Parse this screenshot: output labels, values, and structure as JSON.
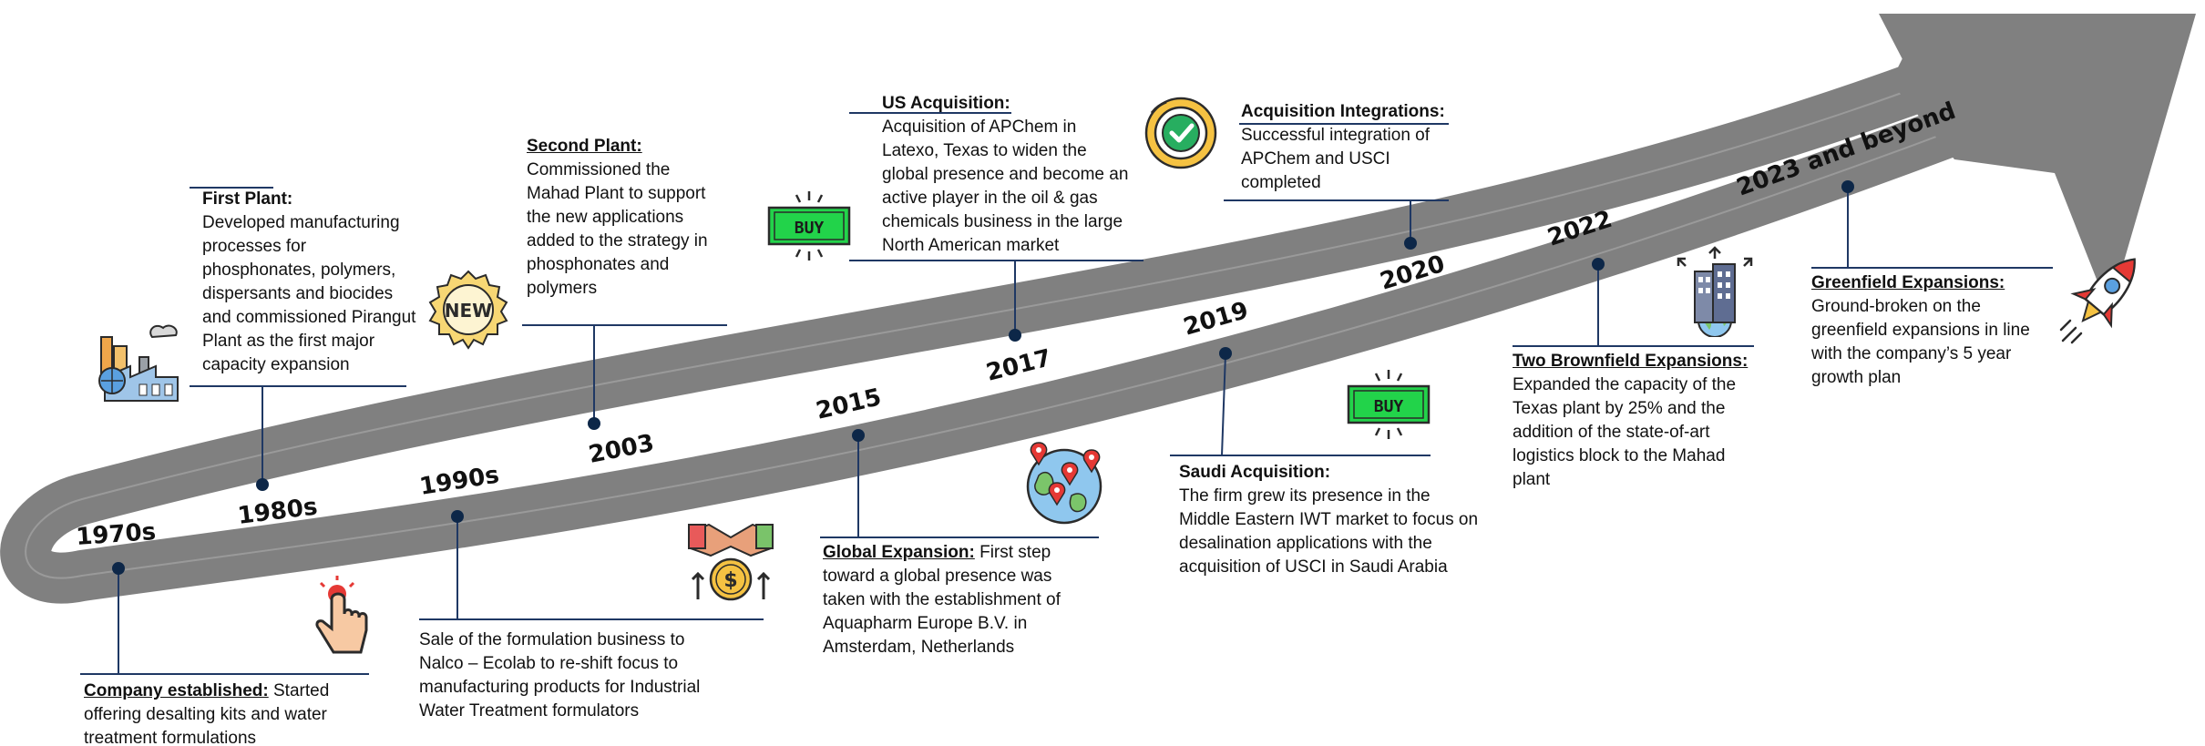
{
  "colors": {
    "road": "#808080",
    "road_center": "#ffffff",
    "connector": "#1f3864",
    "dot": "#0d2748",
    "buy_green": "#22d34a"
  },
  "timeline": {
    "years": [
      "1970s",
      "1980s",
      "1990s",
      "2003",
      "2015",
      "2017",
      "2019",
      "2020",
      "2022",
      "2023 and beyond"
    ],
    "events": [
      {
        "year": "1970s",
        "title": "Company established:",
        "text": "Started offering desalting kits and water treatment formulations",
        "icon": "hand-pointer-icon"
      },
      {
        "year": "1980s",
        "title": "First Plant:",
        "text": "Developed manufacturing processes for phosphonates, polymers, dispersants and biocides and commissioned Pirangut Plant as the first major capacity expansion",
        "icon": "factory-icon"
      },
      {
        "year": "1990s",
        "title": "",
        "text": "Sale of the formulation business to Nalco – Ecolab to re-shift focus to manufacturing products for Industrial Water Treatment formulators",
        "icon": "handshake-money-icon"
      },
      {
        "year": "2003",
        "title": "Second Plant:",
        "text": "Commissioned the Mahad Plant to support the new applications added to the strategy in phosphonates and polymers",
        "icon": "new-badge-icon",
        "icon_text": "NEW"
      },
      {
        "year": "2015",
        "title": "Global Expansion:",
        "text": "First step toward a global presence was taken with the establishment of Aquapharm Europe B.V. in Amsterdam, Netherlands",
        "icon": "globe-pins-icon"
      },
      {
        "year": "2017",
        "title": "US Acquisition:",
        "text": "Acquisition of APChem in Latexo, Texas to widen the global presence and become an active player in the oil & gas chemicals business in the large North American market",
        "icon": "buy-sign-icon",
        "icon_text": "BUY"
      },
      {
        "year": "2019",
        "title": "Saudi Acquisition:",
        "text": "The firm grew its presence in the Middle Eastern IWT market to focus on desalination applications with the acquisition of USCI in Saudi Arabia",
        "icon": "buy-sign-icon",
        "icon_text": "BUY"
      },
      {
        "year": "2020",
        "title": "Acquisition Integrations:",
        "text": "Successful integration of APChem and USCI completed",
        "icon": "checkmark-badge-icon"
      },
      {
        "year": "2022",
        "title": "Two Brownfield Expansions:",
        "text": "Expanded the capacity of the Texas plant by 25% and the addition of the state-of-art logistics block to the Mahad plant",
        "icon": "building-expansion-icon"
      },
      {
        "year": "2023 and beyond",
        "title": "Greenfield Expansions:",
        "text": "Ground-broken on the greenfield expansions in line with the company’s 5 year growth plan",
        "icon": "rocket-icon"
      }
    ]
  }
}
